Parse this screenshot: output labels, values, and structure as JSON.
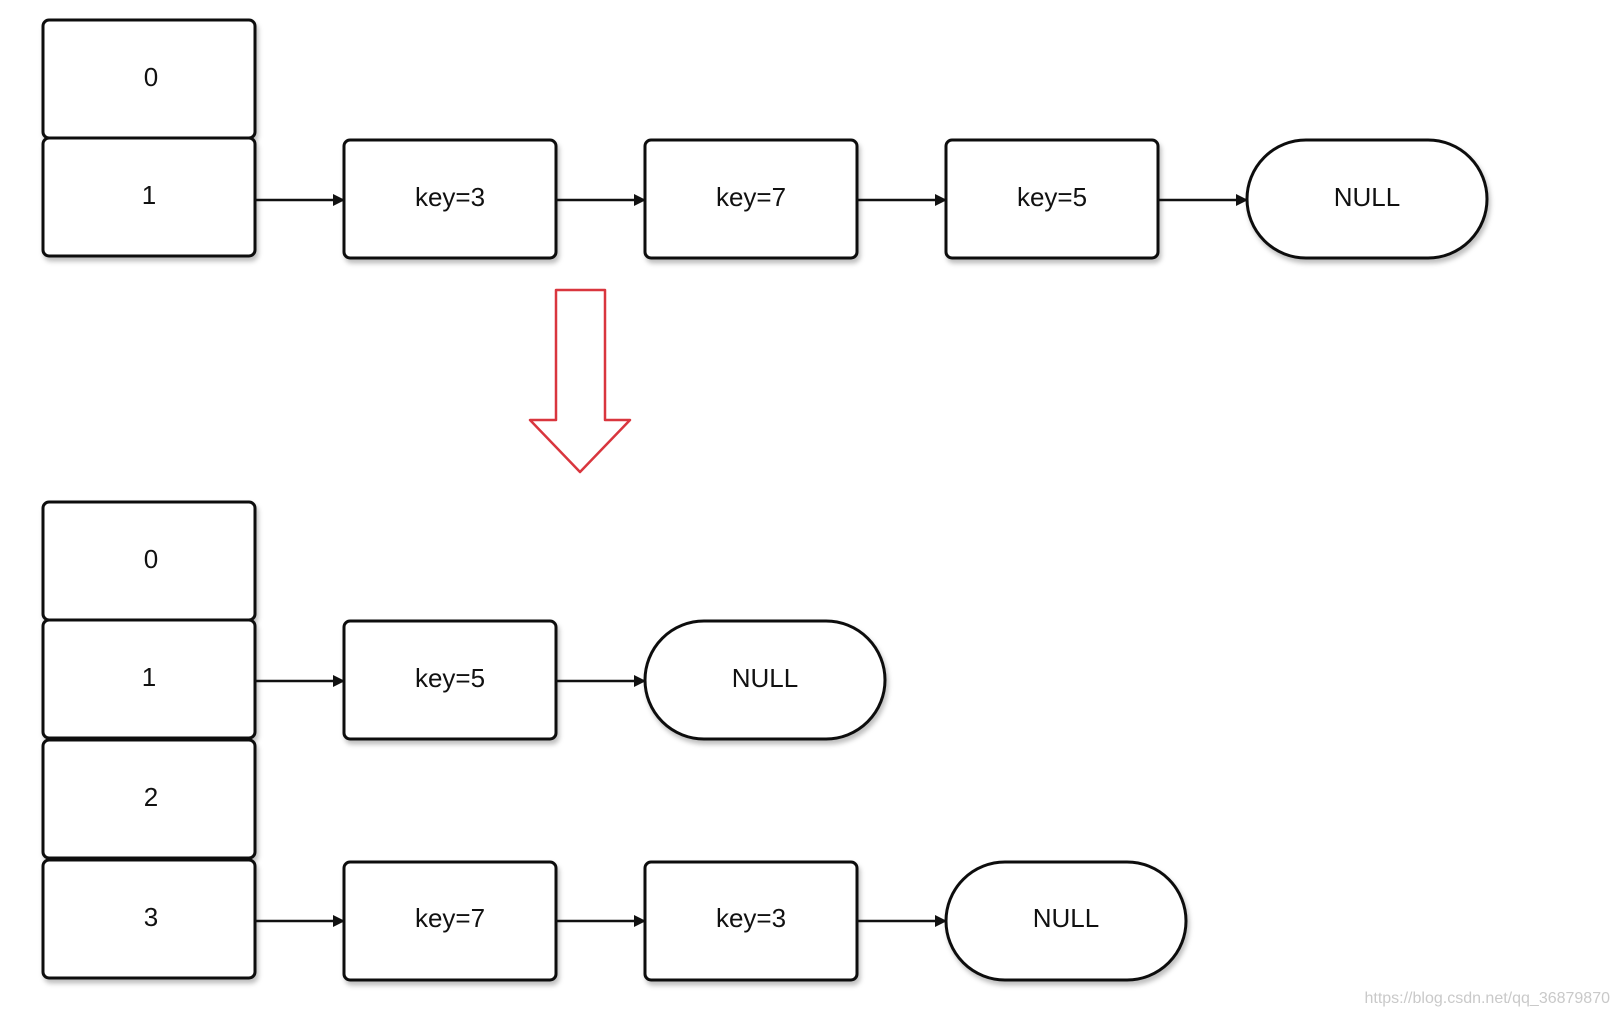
{
  "top": {
    "buckets": [
      "0",
      "1"
    ],
    "chain": [
      "key=3",
      "key=7",
      "key=5",
      "NULL"
    ]
  },
  "bottom": {
    "buckets": [
      "0",
      "1",
      "2",
      "3"
    ],
    "chain_1": [
      "key=5",
      "NULL"
    ],
    "chain_3": [
      "key=7",
      "key=3",
      "NULL"
    ]
  },
  "colors": {
    "stroke": "#111111",
    "resize_arrow": "#d9363e"
  },
  "watermark": "https://blog.csdn.net/qq_36879870"
}
